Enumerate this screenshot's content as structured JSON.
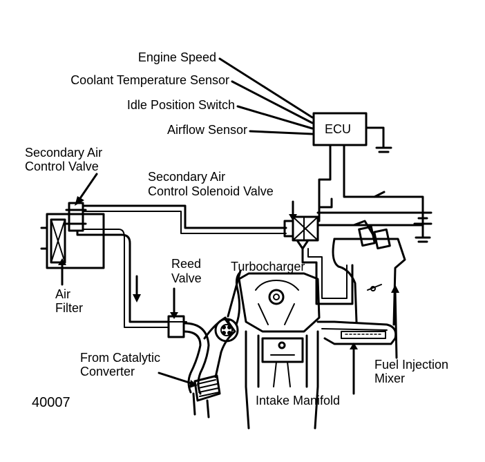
{
  "labels": {
    "engine_speed": "Engine Speed",
    "coolant_sensor": "Coolant Temperature Sensor",
    "idle_switch": "Idle Position Switch",
    "airflow_sensor": "Airflow Sensor",
    "ecu": "ECU",
    "sec_air_valve_l1": "Secondary Air",
    "sec_air_valve_l2": "Control Valve",
    "solenoid_l1": "Secondary Air",
    "solenoid_l2": "Control Solenoid Valve",
    "reed_l1": "Reed",
    "reed_l2": "Valve",
    "turbocharger": "Turbocharger",
    "air_filter_l1": "Air",
    "air_filter_l2": "Filter",
    "catalytic_l1": "From Catalytic",
    "catalytic_l2": "Converter",
    "fuel_l1": "Fuel Injection",
    "fuel_l2": "Mixer",
    "intake_manifold": "Intake Manifold",
    "figure_number": "40007"
  },
  "colors": {
    "ink": "#000000",
    "paper": "#ffffff"
  }
}
